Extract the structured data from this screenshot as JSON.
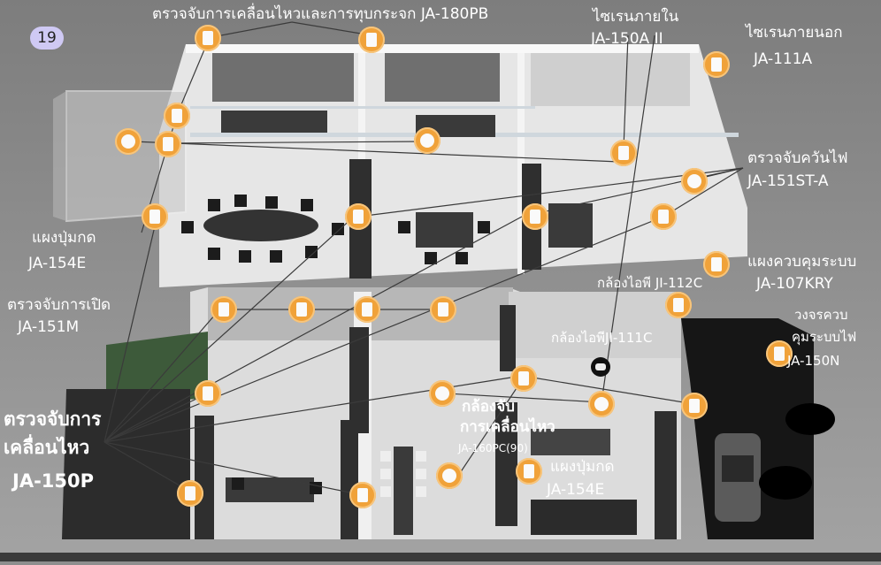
{
  "page_number": "19",
  "labels": {
    "glass_break": "ตรวจจับการเคลื่อนไหวและการทุบกระจก JA-180PB",
    "siren_in_1": "ไซเรนภายใน",
    "siren_in_2": "JA-150A II",
    "siren_out_1": "ไซเรนภายนอก",
    "siren_out_2": "JA-111A",
    "smoke_1": "ตรวจจับควันไฟ",
    "smoke_2": "JA-151ST-A",
    "keypad_left_1": "แผงปุ่มกด",
    "keypad_left_2": "JA-154E",
    "control_panel_1": "แผงควบคุมระบบ",
    "control_panel_2": "JA-107KRY",
    "camera_112_1": "กล้องไอพี JI-112C",
    "opening_1": "ตรวจจับการเปิด",
    "opening_2": "JA-151M",
    "control_circuit_1": "วงจรควบ",
    "control_circuit_2": "คุมระบบไฟ",
    "control_circuit_3": "JA-150N",
    "camera_111_1": "กล้องไอพีJI-111C",
    "motion_1": "ตรวจจับการ",
    "motion_2": "เคลื่อนไหว",
    "motion_3": "JA-150P",
    "motion_cam_1": "กล้องจับ",
    "motion_cam_2": "การเคลื่อนไหว",
    "motion_cam_3": "JA-160PC(90)",
    "keypad_bottom_1": "แผงปุ่มกด",
    "keypad_bottom_2": "JA-154E"
  },
  "colors": {
    "background": "#8e8e8e",
    "device_orange": "#f0a23a",
    "floor": "#dedede",
    "wall": "#f2f2f2",
    "furniture": "#2b2b2b",
    "text": "#ffffff"
  }
}
